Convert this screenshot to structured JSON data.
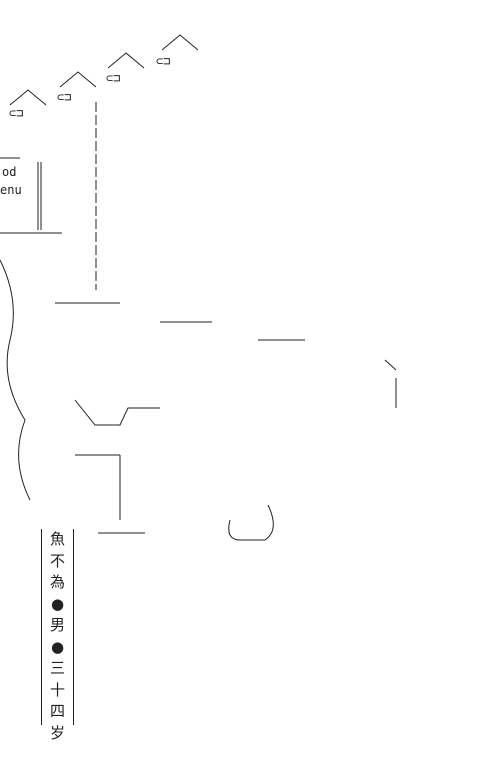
{
  "label_text": [
    "魚",
    "不",
    "為",
    "●",
    "男",
    "●",
    "三",
    "十",
    "四",
    "岁"
  ],
  "menu_sign": [
    "od",
    "enu"
  ],
  "rooftops": [
    "⊂⊐",
    "⊂⊐",
    "⊂⊐",
    "⊂⊐"
  ]
}
